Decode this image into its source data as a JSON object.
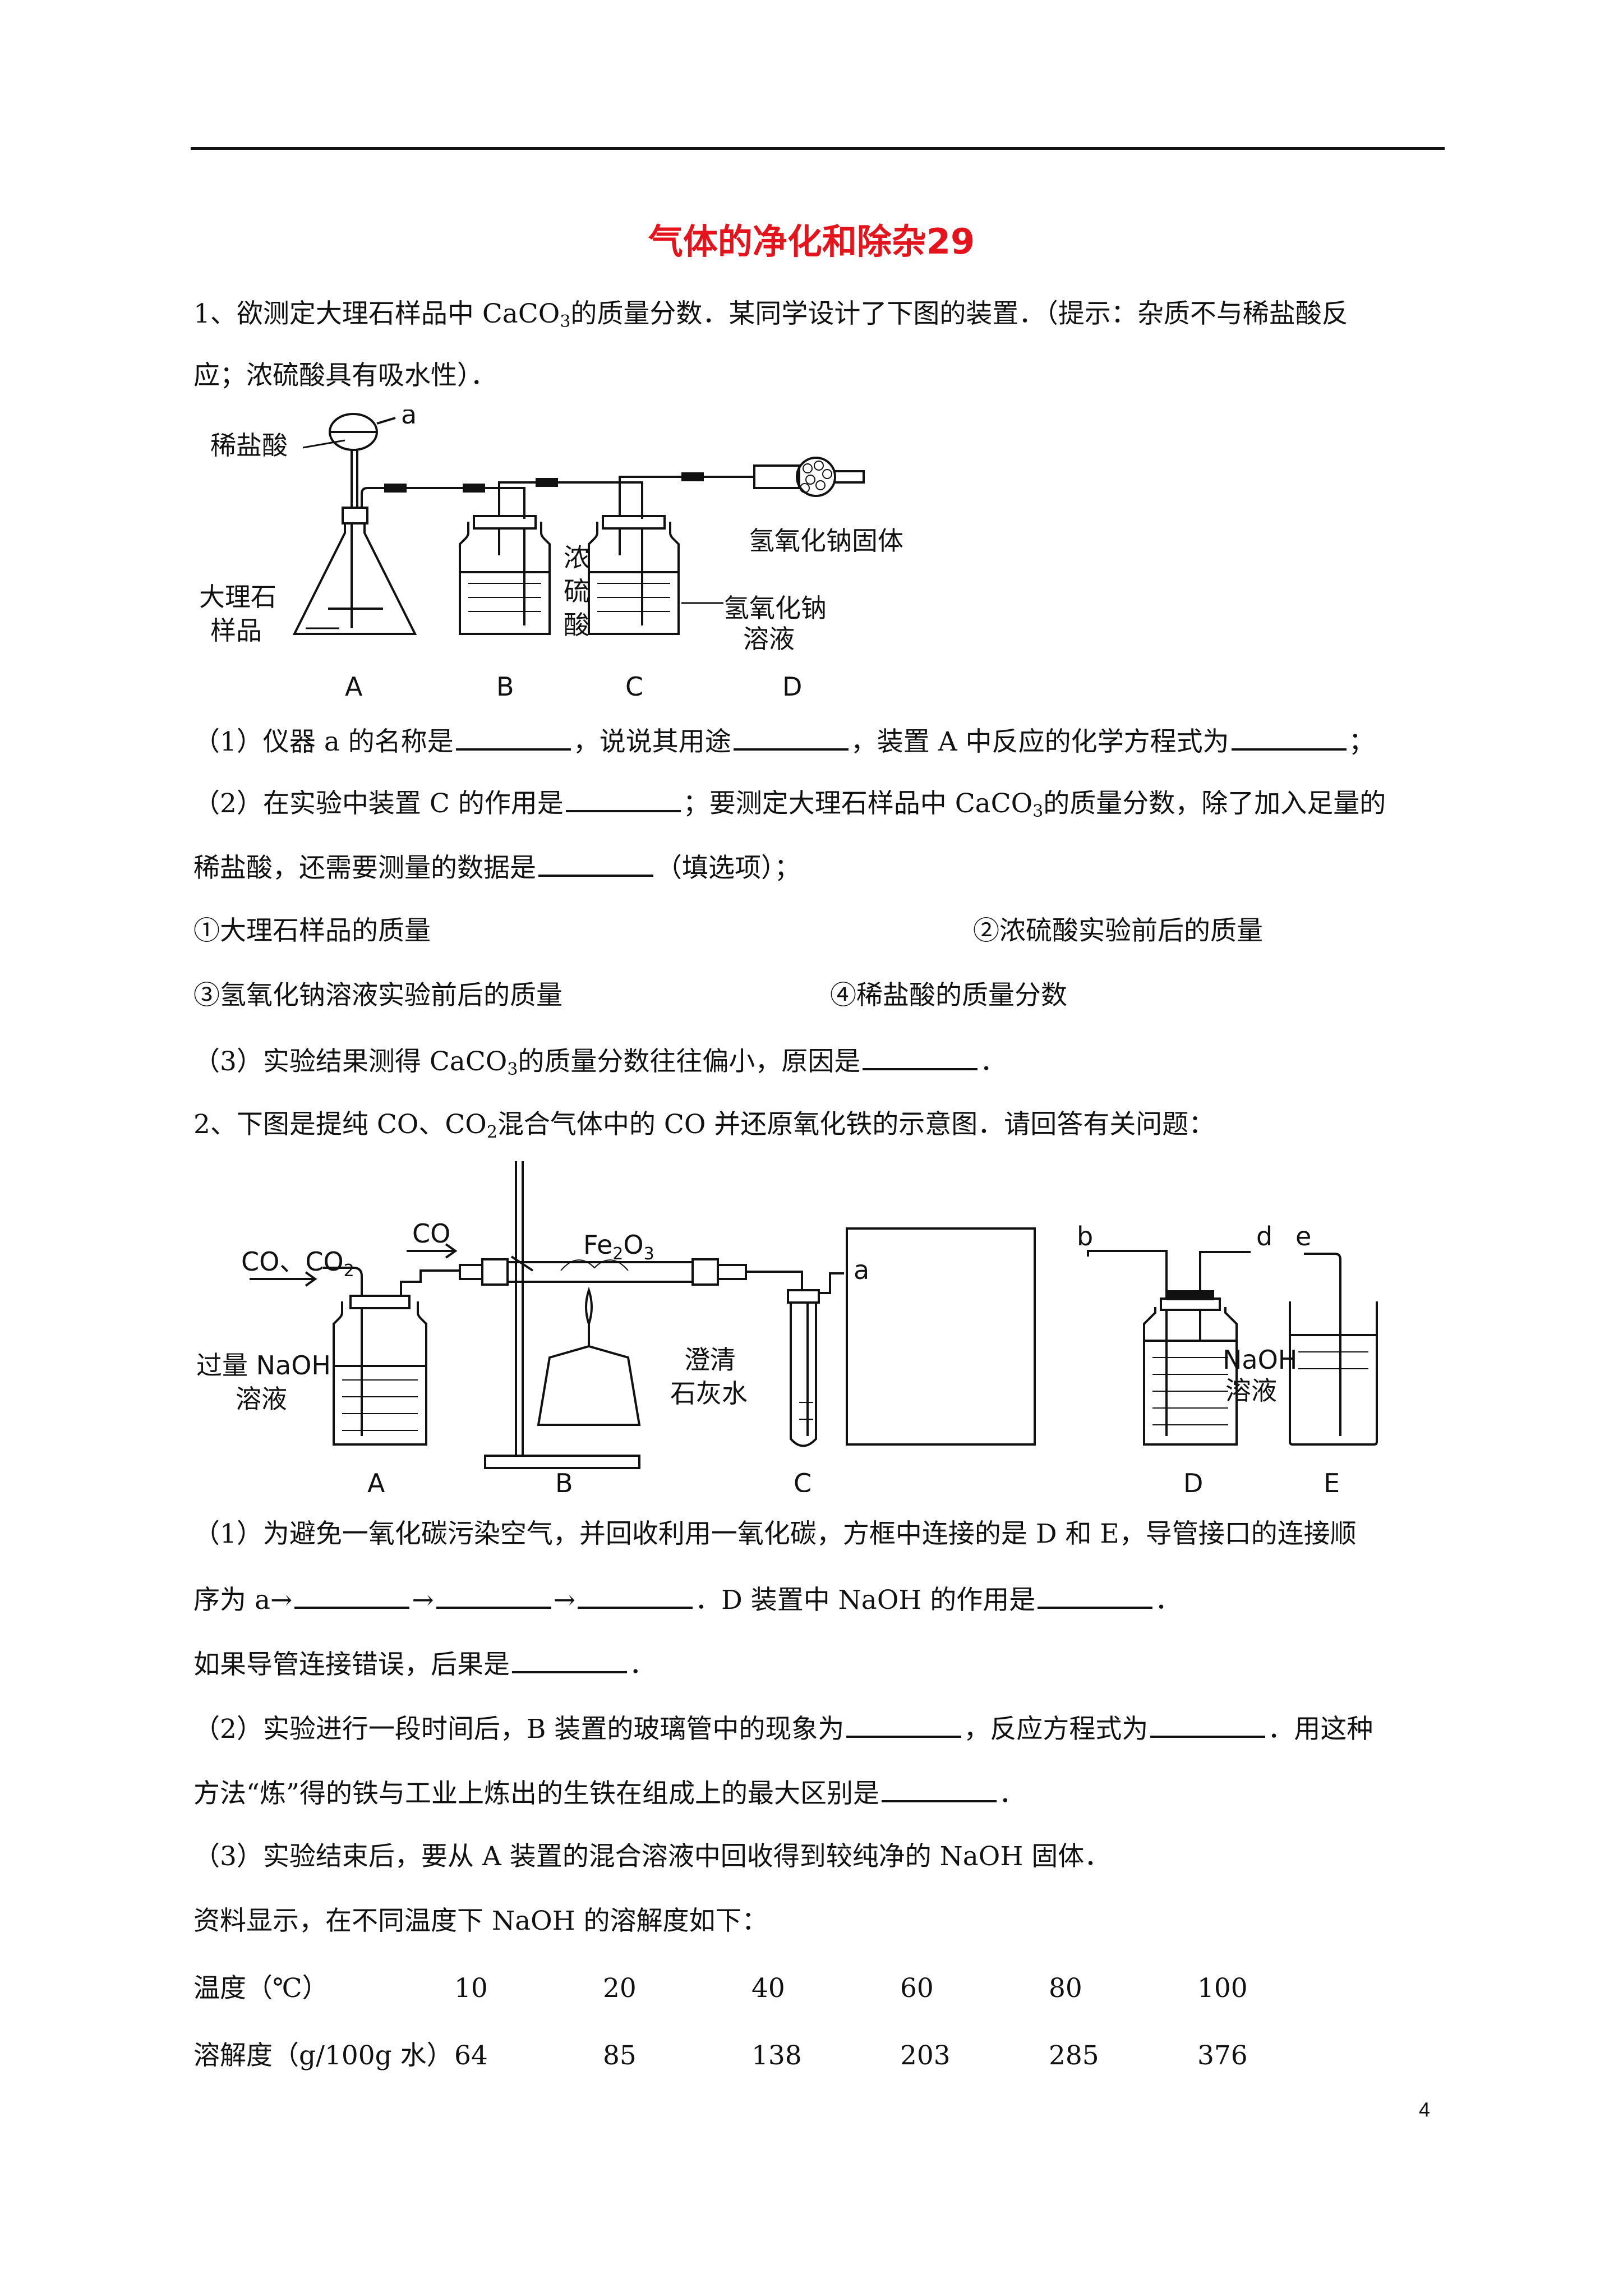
{
  "title": "气体的净化和除杂29",
  "q1": {
    "l1_a": "1、欲测定大理石样品中 CaCO",
    "l1_sub": "3",
    "l1_b": "的质量分数．某同学设计了下图的装置．（提示：杂质不与稀盐酸反",
    "l2": "应；浓硫酸具有吸水性）．",
    "fig": {
      "acid": "稀盐酸",
      "a": "a",
      "marble1": "大理石",
      "marble2": "样品",
      "h2so4_1": "浓",
      "h2so4_2": "硫",
      "h2so4_3": "酸",
      "naoh_sol1": "氢氧化钠",
      "naoh_sol2": "溶液",
      "naoh_solid": "氢氧化钠固体",
      "A": "A",
      "B": "B",
      "C": "C",
      "D": "D"
    },
    "p1_a": "（1）仪器 a 的名称是",
    "p1_b": "，说说其用途",
    "p1_c": "，装置 A 中反应的化学方程式为",
    "p1_d": "；",
    "p2_a": "（2）在实验中装置 C 的作用是",
    "p2_b": "；要测定大理石样品中 CaCO",
    "p2_sub": "3",
    "p2_c": "的质量分数，除了加入足量的",
    "p2_2a": "稀盐酸，还需要测量的数据是",
    "p2_2b": "（填选项）；",
    "opt1": "①大理石样品的质量",
    "opt2": "②浓硫酸实验前后的质量",
    "opt3": "③氢氧化钠溶液实验前后的质量",
    "opt4": "④稀盐酸的质量分数",
    "p3_a": "（3）实验结果测得 CaCO",
    "p3_sub": "3",
    "p3_b": "的质量分数往往偏小，原因是",
    "p3_c": "．"
  },
  "q2": {
    "l1_a": "2、下图是提纯 CO、CO",
    "l1_sub": "2",
    "l1_b": "混合气体中的 CO 并还原氧化铁的示意图．请回答有关问题：",
    "fig": {
      "inlet": "CO、CO",
      "inlet_sub": "2",
      "co": "CO",
      "fe2o3": "Fe",
      "fe2o3_s1": "2",
      "fe2o3_o": "O",
      "fe2o3_s2": "3",
      "naoh_excess1": "过量 NaOH",
      "naoh_excess2": "溶液",
      "lime1": "澄清",
      "lime2": "石灰水",
      "naoh_d1": "NaOH",
      "naoh_d2": "溶液",
      "a": "a",
      "b": "b",
      "d": "d",
      "e": "e",
      "A": "A",
      "B": "B",
      "C": "C",
      "D": "D",
      "E": "E"
    },
    "p1_a": "（1）为避免一氧化碳污染空气，并回收利用一氧化碳，方框中连接的是 D 和 E，导管接口的连接顺",
    "p1_2a": "序为 a→",
    "p1_arrow": "→",
    "p1_2b": "．D 装置中 NaOH 的作用是",
    "p1_2c": "．",
    "p1_3a": "如果导管连接错误，后果是",
    "p1_3b": "．",
    "p2_a": "（2）实验进行一段时间后，B 装置的玻璃管中的现象为",
    "p2_b": "，反应方程式为",
    "p2_c": "．用这种",
    "p2_2a": "方法“炼”得的铁与工业上炼出的生铁在组成上的最大区别是",
    "p2_2b": "．",
    "p3": "（3）实验结束后，要从 A 装置的混合溶液中回收得到较纯净的 NaOH 固体．",
    "p4": "资料显示，在不同温度下 NaOH 的溶解度如下：",
    "table": {
      "temp_label": "温度（℃）",
      "sol_label": "溶解度（g/100g 水）",
      "temps": [
        "10",
        "20",
        "40",
        "60",
        "80",
        "100"
      ],
      "sols": [
        "64",
        "85",
        "138",
        "203",
        "285",
        "376"
      ]
    }
  },
  "page_number": "4"
}
